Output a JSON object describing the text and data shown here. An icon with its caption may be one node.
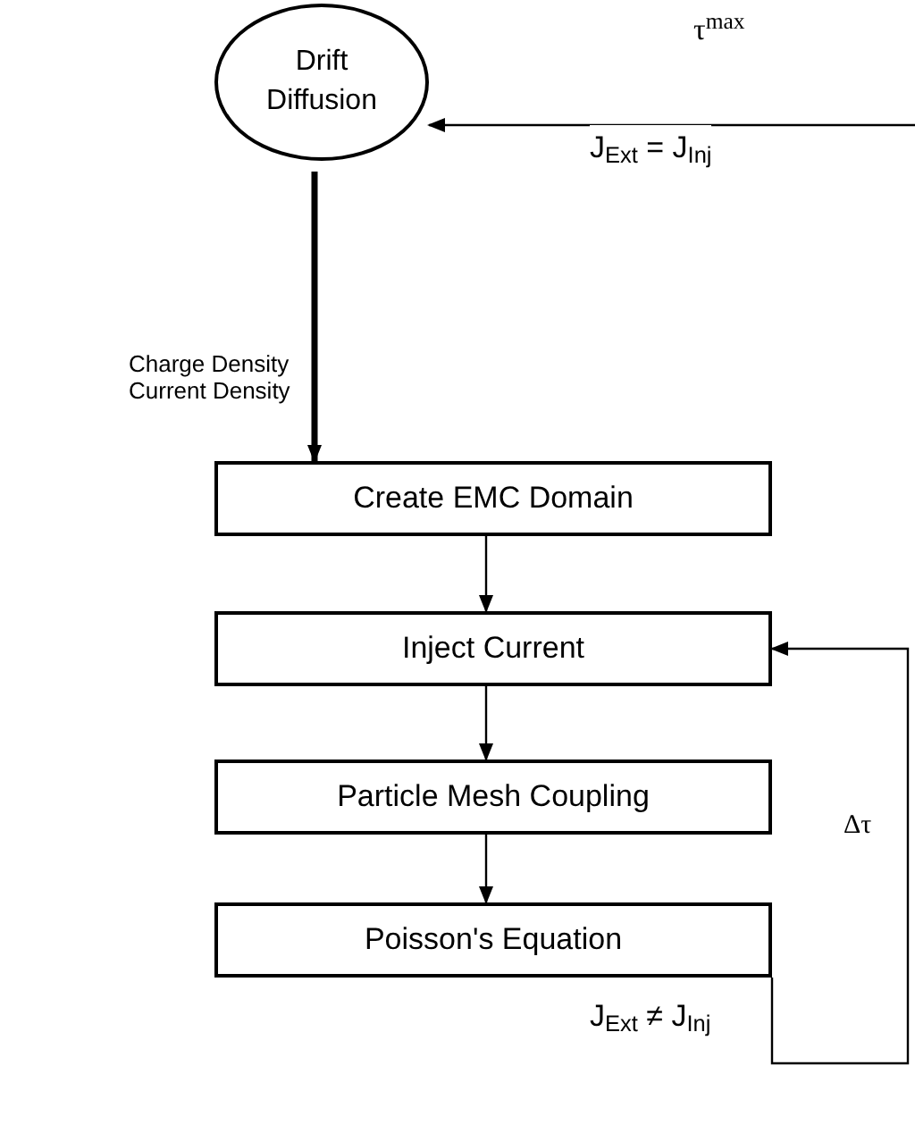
{
  "diagram": {
    "nodes": [
      {
        "text": [
          "Drift Diffusion"
        ]
      },
      {
        "text": [
          "Create EMC Domain"
        ]
      },
      {
        "text": [
          "Inject Current"
        ]
      },
      {
        "text": [
          "Particle Mesh Coupling"
        ]
      },
      {
        "text": [
          "Poisson's Equation"
        ]
      }
    ],
    "edges": [
      {
        "from": 0,
        "to": 1,
        "arrow": "to",
        "label": "Charge Density Current Density",
        "style": "thick"
      },
      {
        "from": 1,
        "to": 2,
        "arrow": "to"
      },
      {
        "from": 2,
        "to": 3,
        "arrow": "to"
      },
      {
        "from": 3,
        "to": 4,
        "arrow": "to"
      },
      {
        "from": 4,
        "to": 2,
        "arrow": "to",
        "label": "J$_{Ext}$ ≠  J$_{Inj}$"
      },
      {
        "from": null,
        "to": 0,
        "arrow": "to",
        "label": "J$_{Ext}$ =  J$_{Inj}$"
      }
    ],
    "labels": [
      "τ$^{max}$",
      "Δτ"
    ]
  }
}
